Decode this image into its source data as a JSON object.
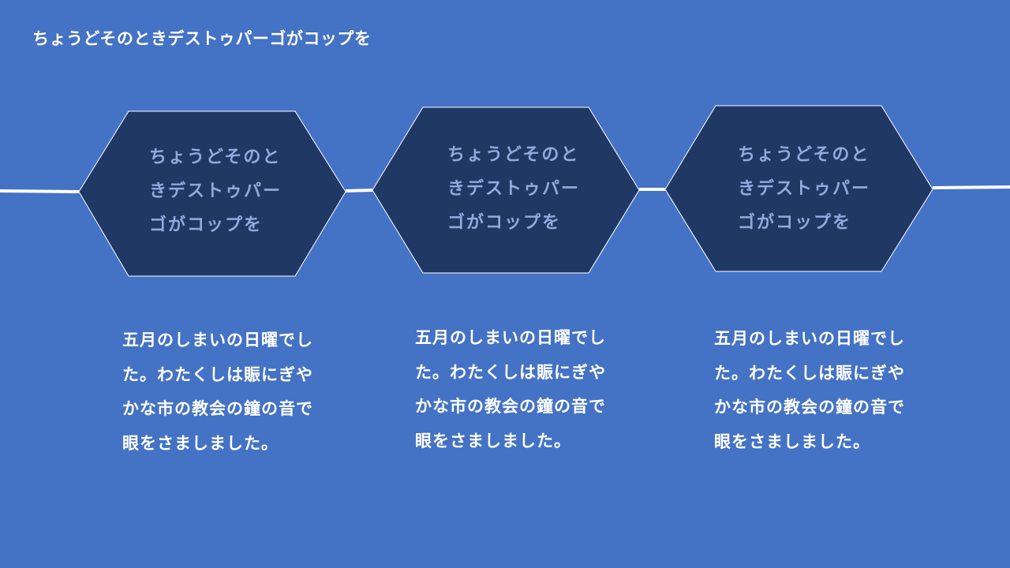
{
  "slide": {
    "title": "ちょうどそのときデストゥパーゴがコップを",
    "colors": {
      "background": "#4472c4",
      "hexagon_fill": "#203864",
      "hexagon_text": "#8faadc",
      "line": "#ffffff",
      "text": "#ffffff"
    },
    "steps": [
      {
        "label": "ちょうどそのときデストゥパーゴがコップを",
        "description": "五月のしまいの日曜でした。わたくしは賑にぎやかな市の教会の鐘の音で眼をさましました。"
      },
      {
        "label": "ちょうどそのときデストゥパーゴがコップを",
        "description": "五月のしまいの日曜でした。わたくしは賑にぎやかな市の教会の鐘の音で眼をさましました。"
      },
      {
        "label": "ちょうどそのときデストゥパーゴがコップを",
        "description": "五月のしまいの日曜でした。わたくしは賑にぎやかな市の教会の鐘の音で眼をさましました。"
      }
    ]
  }
}
